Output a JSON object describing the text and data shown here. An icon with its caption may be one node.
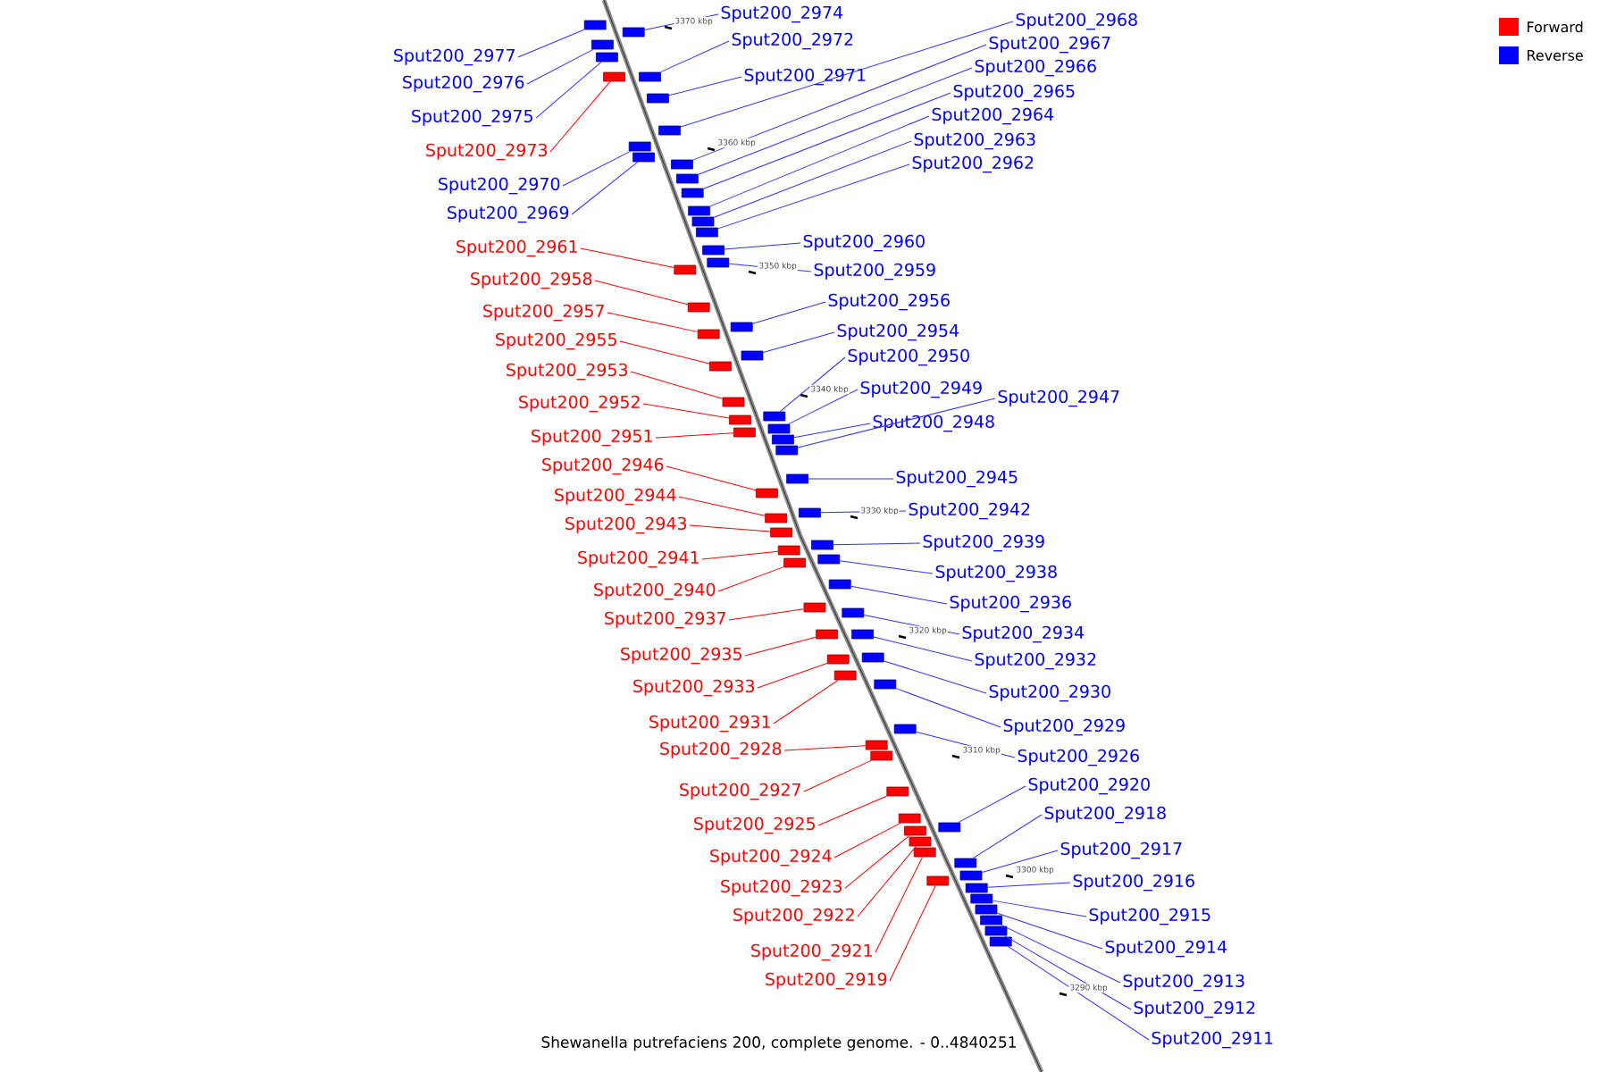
{
  "diagram": {
    "caption": "Shewanella putrefaciens 200, complete genome. - 0..4840251",
    "nodes": [
      {
        "text": [
          "Sput200_2974"
        ]
      },
      {
        "text": [
          "Sput200_2968"
        ]
      },
      {
        "text": [
          "Sput200_2972"
        ]
      },
      {
        "text": [
          "Sput200_2967"
        ]
      },
      {
        "text": [
          "Sput200_2977"
        ]
      },
      {
        "text": [
          "Sput200_2966"
        ]
      },
      {
        "text": [
          "Sput200_2971"
        ]
      },
      {
        "text": [
          "Sput200_2976"
        ]
      },
      {
        "text": [
          "Sput200_2965"
        ]
      },
      {
        "text": [
          "Sput200_2964"
        ]
      },
      {
        "text": [
          "Sput200_2975"
        ]
      },
      {
        "text": [
          "Sput200_2963"
        ]
      },
      {
        "text": [
          "Sput200_2973"
        ]
      },
      {
        "text": [
          "Sput200_2962"
        ]
      },
      {
        "text": [
          "Sput200_2970"
        ]
      },
      {
        "text": [
          "Sput200_2969"
        ]
      },
      {
        "text": [
          "Sput200_2960"
        ]
      },
      {
        "text": [
          "Sput200_2961"
        ]
      },
      {
        "text": [
          "Sput200_2959"
        ]
      },
      {
        "text": [
          "Sput200_2958"
        ]
      },
      {
        "text": [
          "Sput200_2956"
        ]
      },
      {
        "text": [
          "Sput200_2957"
        ]
      },
      {
        "text": [
          "Sput200_2954"
        ]
      },
      {
        "text": [
          "Sput200_2955"
        ]
      },
      {
        "text": [
          "Sput200_2950"
        ]
      },
      {
        "text": [
          "Sput200_2953"
        ]
      },
      {
        "text": [
          "Sput200_2949"
        ]
      },
      {
        "text": [
          "Sput200_2947"
        ]
      },
      {
        "text": [
          "Sput200_2952"
        ]
      },
      {
        "text": [
          "Sput200_2948"
        ]
      },
      {
        "text": [
          "Sput200_2951"
        ]
      },
      {
        "text": [
          "Sput200_2946"
        ]
      },
      {
        "text": [
          "Sput200_2945"
        ]
      },
      {
        "text": [
          "Sput200_2944"
        ]
      },
      {
        "text": [
          "Sput200_2942"
        ]
      },
      {
        "text": [
          "Sput200_2943"
        ]
      },
      {
        "text": [
          "Sput200_2939"
        ]
      },
      {
        "text": [
          "Sput200_2941"
        ]
      },
      {
        "text": [
          "Sput200_2938"
        ]
      },
      {
        "text": [
          "Sput200_2940"
        ]
      },
      {
        "text": [
          "Sput200_2936"
        ]
      },
      {
        "text": [
          "Sput200_2937"
        ]
      },
      {
        "text": [
          "Sput200_2934"
        ]
      },
      {
        "text": [
          "Sput200_2935"
        ]
      },
      {
        "text": [
          "Sput200_2932"
        ]
      },
      {
        "text": [
          "Sput200_2933"
        ]
      },
      {
        "text": [
          "Sput200_2930"
        ]
      },
      {
        "text": [
          "Sput200_2931"
        ]
      },
      {
        "text": [
          "Sput200_2929"
        ]
      },
      {
        "text": [
          "Sput200_2928"
        ]
      },
      {
        "text": [
          "Sput200_2926"
        ]
      },
      {
        "text": [
          "Sput200_2920"
        ]
      },
      {
        "text": [
          "Sput200_2927"
        ]
      },
      {
        "text": [
          "Sput200_2918"
        ]
      },
      {
        "text": [
          "Sput200_2925"
        ]
      },
      {
        "text": [
          "Sput200_2917"
        ]
      },
      {
        "text": [
          "Sput200_2924"
        ]
      },
      {
        "text": [
          "Sput200_2916"
        ]
      },
      {
        "text": [
          "Sput200_2923"
        ]
      },
      {
        "text": [
          "Sput200_2915"
        ]
      },
      {
        "text": [
          "Sput200_2922"
        ]
      },
      {
        "text": [
          "Sput200_2914"
        ]
      },
      {
        "text": [
          "Sput200_2921"
        ]
      },
      {
        "text": [
          "Sput200_2913"
        ]
      },
      {
        "text": [
          "Sput200_2919"
        ]
      },
      {
        "text": [
          "Sput200_2912"
        ]
      },
      {
        "text": [
          "Sput200_2911"
        ]
      },
      {
        "text": [],
        "shape": "box"
      },
      {
        "text": [],
        "shape": "box"
      },
      {
        "text": [],
        "shape": "box"
      },
      {
        "text": [],
        "shape": "box"
      },
      {
        "text": [],
        "shape": "box"
      },
      {
        "text": [],
        "shape": "box"
      },
      {
        "text": [],
        "shape": "box"
      },
      {
        "text": [],
        "shape": "box"
      },
      {
        "text": [],
        "shape": "box"
      },
      {
        "text": [],
        "shape": "box"
      },
      {
        "text": [],
        "shape": "box"
      },
      {
        "text": [],
        "shape": "box"
      },
      {
        "text": [],
        "shape": "box"
      },
      {
        "text": [],
        "shape": "box"
      },
      {
        "text": [],
        "shape": "box"
      },
      {
        "text": [],
        "shape": "box"
      },
      {
        "text": [],
        "shape": "box"
      },
      {
        "text": [],
        "shape": "box"
      },
      {
        "text": [],
        "shape": "box"
      },
      {
        "text": [],
        "shape": "box"
      },
      {
        "text": [],
        "shape": "box"
      },
      {
        "text": [],
        "shape": "box"
      },
      {
        "text": [],
        "shape": "box"
      },
      {
        "text": [],
        "shape": "box"
      },
      {
        "text": [],
        "shape": "box"
      },
      {
        "text": [],
        "shape": "box"
      },
      {
        "text": [],
        "shape": "box"
      },
      {
        "text": [],
        "shape": "box"
      },
      {
        "text": [],
        "shape": "box"
      },
      {
        "text": [],
        "shape": "box"
      },
      {
        "text": [],
        "shape": "box"
      },
      {
        "text": [],
        "shape": "box"
      },
      {
        "text": [],
        "shape": "box"
      },
      {
        "text": [],
        "shape": "box"
      },
      {
        "text": [],
        "shape": "box"
      },
      {
        "text": [],
        "shape": "box"
      },
      {
        "text": [],
        "shape": "box"
      },
      {
        "text": [],
        "shape": "box"
      },
      {
        "text": [],
        "shape": "box"
      },
      {
        "text": [],
        "shape": "box"
      },
      {
        "text": [],
        "shape": "box"
      },
      {
        "text": [],
        "shape": "box"
      },
      {
        "text": [],
        "shape": "box"
      },
      {
        "text": [],
        "shape": "box"
      },
      {
        "text": [],
        "shape": "box"
      },
      {
        "text": [],
        "shape": "box"
      },
      {
        "text": [],
        "shape": "box"
      },
      {
        "text": [],
        "shape": "box"
      },
      {
        "text": [],
        "shape": "box"
      },
      {
        "text": [],
        "shape": "box"
      },
      {
        "text": [],
        "shape": "box"
      },
      {
        "text": [],
        "shape": "box"
      },
      {
        "text": [],
        "shape": "box"
      },
      {
        "text": [],
        "shape": "box"
      },
      {
        "text": [],
        "shape": "box"
      },
      {
        "text": [],
        "shape": "box"
      },
      {
        "text": [],
        "shape": "box"
      },
      {
        "text": [],
        "shape": "box"
      },
      {
        "text": [],
        "shape": "box"
      },
      {
        "text": [],
        "shape": "box"
      },
      {
        "text": [],
        "shape": "box"
      },
      {
        "text": [],
        "shape": "box"
      },
      {
        "text": [],
        "shape": "box"
      },
      {
        "text": [],
        "shape": "box"
      },
      {
        "text": [],
        "shape": "box"
      },
      {
        "text": [],
        "shape": "box"
      },
      {
        "text": [],
        "shape": "box"
      }
    ],
    "edges": [
      {
        "from": 0,
        "to": 68,
        "arrow": "none"
      },
      {
        "from": 1,
        "to": 74,
        "arrow": "none"
      },
      {
        "from": 2,
        "to": 71,
        "arrow": "none"
      },
      {
        "from": 3,
        "to": 77,
        "arrow": "none"
      },
      {
        "from": 4,
        "to": 67,
        "arrow": "none"
      },
      {
        "from": 5,
        "to": 78,
        "arrow": "none"
      },
      {
        "from": 6,
        "to": 73,
        "arrow": "none"
      },
      {
        "from": 7,
        "to": 69,
        "arrow": "none"
      },
      {
        "from": 8,
        "to": 79,
        "arrow": "none"
      },
      {
        "from": 9,
        "to": 80,
        "arrow": "none"
      },
      {
        "from": 10,
        "to": 70,
        "arrow": "none"
      },
      {
        "from": 11,
        "to": 81,
        "arrow": "none"
      },
      {
        "from": 12,
        "to": 72,
        "arrow": "none",
        "color": "#ff0000"
      },
      {
        "from": 13,
        "to": 82,
        "arrow": "none"
      },
      {
        "from": 14,
        "to": 75,
        "arrow": "none"
      },
      {
        "from": 15,
        "to": 76,
        "arrow": "none"
      },
      {
        "from": 16,
        "to": 83,
        "arrow": "none"
      },
      {
        "from": 17,
        "to": 85,
        "arrow": "none",
        "color": "#ff0000"
      },
      {
        "from": 18,
        "to": 84,
        "arrow": "none"
      },
      {
        "from": 19,
        "to": 86,
        "arrow": "none",
        "color": "#ff0000"
      },
      {
        "from": 20,
        "to": 87,
        "arrow": "none"
      },
      {
        "from": 21,
        "to": 88,
        "arrow": "none",
        "color": "#ff0000"
      },
      {
        "from": 22,
        "to": 89,
        "arrow": "none"
      },
      {
        "from": 23,
        "to": 90,
        "arrow": "none",
        "color": "#ff0000"
      },
      {
        "from": 24,
        "to": 92,
        "arrow": "none"
      },
      {
        "from": 25,
        "to": 91,
        "arrow": "none",
        "color": "#ff0000"
      },
      {
        "from": 26,
        "to": 94,
        "arrow": "none"
      },
      {
        "from": 27,
        "to": 97,
        "arrow": "none"
      },
      {
        "from": 28,
        "to": 93,
        "arrow": "none",
        "color": "#ff0000"
      },
      {
        "from": 29,
        "to": 96,
        "arrow": "none"
      },
      {
        "from": 30,
        "to": 95,
        "arrow": "none",
        "color": "#ff0000"
      },
      {
        "from": 31,
        "to": 99,
        "arrow": "none",
        "color": "#ff0000"
      },
      {
        "from": 32,
        "to": 98,
        "arrow": "none"
      },
      {
        "from": 33,
        "to": 101,
        "arrow": "none",
        "color": "#ff0000"
      },
      {
        "from": 34,
        "to": 100,
        "arrow": "none"
      },
      {
        "from": 35,
        "to": 102,
        "arrow": "none",
        "color": "#ff0000"
      },
      {
        "from": 36,
        "to": 103,
        "arrow": "none"
      },
      {
        "from": 37,
        "to": 104,
        "arrow": "none",
        "color": "#ff0000"
      },
      {
        "from": 38,
        "to": 105,
        "arrow": "none"
      },
      {
        "from": 39,
        "to": 106,
        "arrow": "none",
        "color": "#ff0000"
      },
      {
        "from": 40,
        "to": 107,
        "arrow": "none"
      },
      {
        "from": 41,
        "to": 108,
        "arrow": "none",
        "color": "#ff0000"
      },
      {
        "from": 42,
        "to": 109,
        "arrow": "none"
      },
      {
        "from": 43,
        "to": 110,
        "arrow": "none",
        "color": "#ff0000"
      },
      {
        "from": 44,
        "to": 111,
        "arrow": "none"
      },
      {
        "from": 45,
        "to": 113,
        "arrow": "none",
        "color": "#ff0000"
      },
      {
        "from": 46,
        "to": 112,
        "arrow": "none"
      },
      {
        "from": 47,
        "to": 114,
        "arrow": "none",
        "color": "#ff0000"
      },
      {
        "from": 48,
        "to": 115,
        "arrow": "none"
      },
      {
        "from": 49,
        "to": 117,
        "arrow": "none",
        "color": "#ff0000"
      },
      {
        "from": 50,
        "to": 116,
        "arrow": "none"
      },
      {
        "from": 51,
        "to": 121,
        "arrow": "none"
      },
      {
        "from": 52,
        "to": 118,
        "arrow": "none",
        "color": "#ff0000"
      },
      {
        "from": 53,
        "to": 125,
        "arrow": "none"
      },
      {
        "from": 54,
        "to": 119,
        "arrow": "none",
        "color": "#ff0000"
      },
      {
        "from": 55,
        "to": 126,
        "arrow": "none"
      },
      {
        "from": 56,
        "to": 120,
        "arrow": "none",
        "color": "#ff0000"
      },
      {
        "from": 57,
        "to": 128,
        "arrow": "none"
      },
      {
        "from": 58,
        "to": 122,
        "arrow": "none",
        "color": "#ff0000"
      },
      {
        "from": 59,
        "to": 129,
        "arrow": "none"
      },
      {
        "from": 60,
        "to": 123,
        "arrow": "none",
        "color": "#ff0000"
      },
      {
        "from": 61,
        "to": 130,
        "arrow": "none"
      },
      {
        "from": 62,
        "to": 124,
        "arrow": "none",
        "color": "#ff0000"
      },
      {
        "from": 63,
        "to": 131,
        "arrow": "none"
      },
      {
        "from": 64,
        "to": 127,
        "arrow": "none",
        "color": "#ff0000"
      },
      {
        "from": 65,
        "to": 132,
        "arrow": "none"
      },
      {
        "from": 66,
        "to": 133,
        "arrow": "none"
      }
    ],
    "labels": [
      "3370 kbp",
      "3360 kbp",
      "3350 kbp",
      "3340 kbp",
      "3330 kbp",
      "3320 kbp",
      "3310 kbp",
      "3300 kbp",
      "3290 kbp"
    ],
    "legend": [
      {
        "text": "Forward",
        "color": "#ff0000"
      },
      {
        "text": "Reverse",
        "color": "#0000ff"
      }
    ]
  }
}
